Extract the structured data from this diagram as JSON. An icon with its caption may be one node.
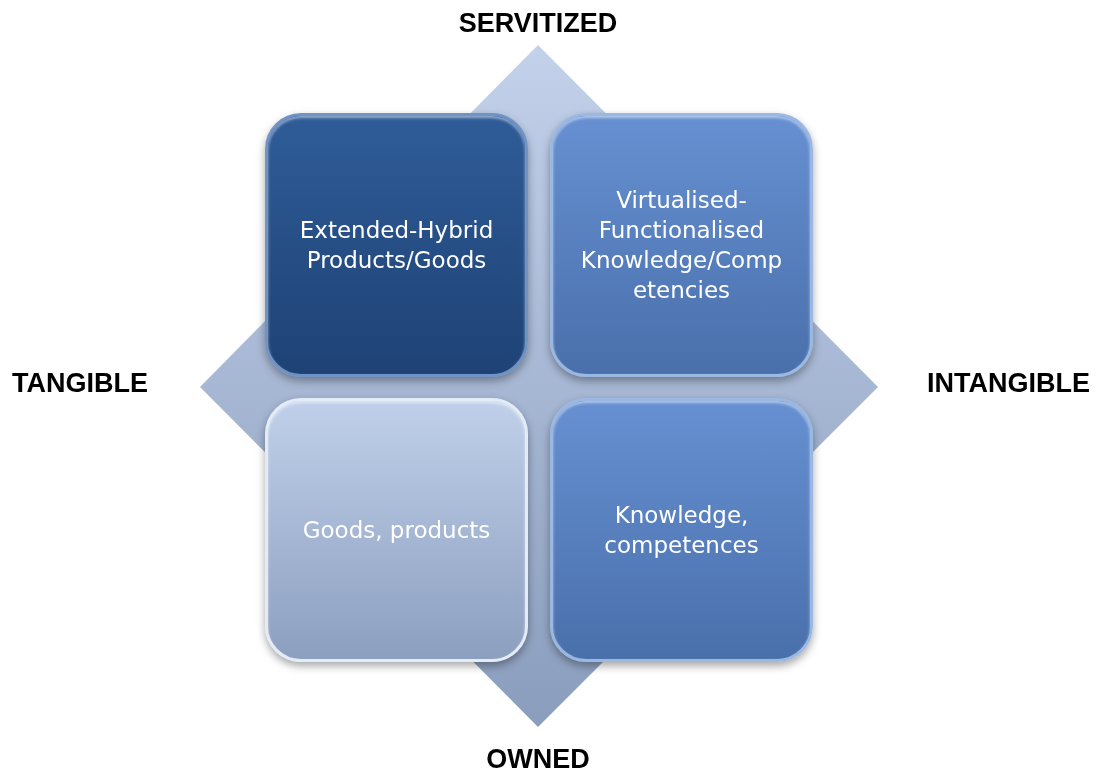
{
  "diagram": {
    "nodes": [
      {
        "text": [
          "Extended-Hybrid Products/Goods"
        ]
      },
      {
        "text": [
          "Virtualised-Functionalised Knowledge/Competencies"
        ]
      },
      {
        "text": [
          "Goods, products"
        ]
      },
      {
        "text": [
          "Knowledge, competences"
        ]
      }
    ],
    "labels": [
      "SERVITIZED",
      "TANGIBLE",
      "INTANGIBLE",
      "OWNED"
    ]
  }
}
